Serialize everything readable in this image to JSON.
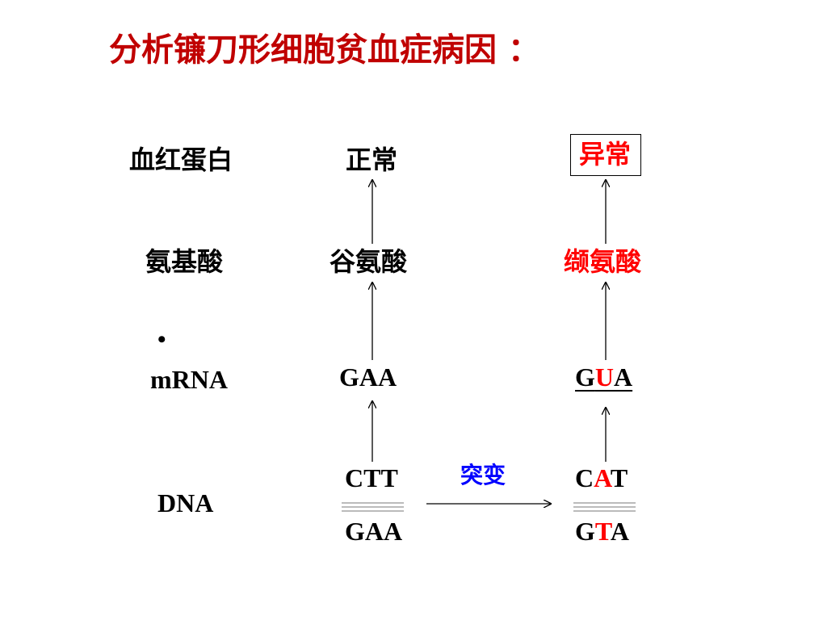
{
  "title": "分析镰刀形细胞贫血症病因 ：",
  "rows": {
    "protein": "血红蛋白",
    "amino_acid": "氨基酸",
    "bullet": "•",
    "mrna": "mRNA",
    "dna": "DNA"
  },
  "normal": {
    "protein": "正常",
    "amino_acid": "谷氨酸",
    "mrna": "GAA",
    "dna_top": "CTT",
    "dna_bottom": "GAA"
  },
  "mutation_label": "突变",
  "abnormal": {
    "protein": "异常",
    "amino_acid": "缬氨酸",
    "mrna": [
      "G",
      "U",
      "A"
    ],
    "dna_top": [
      "C",
      "A",
      "T"
    ],
    "dna_bottom": [
      "G",
      "T",
      "A"
    ]
  },
  "colors": {
    "title": "#c00000",
    "highlight": "#ff0000",
    "mutation": "#0000ff"
  }
}
